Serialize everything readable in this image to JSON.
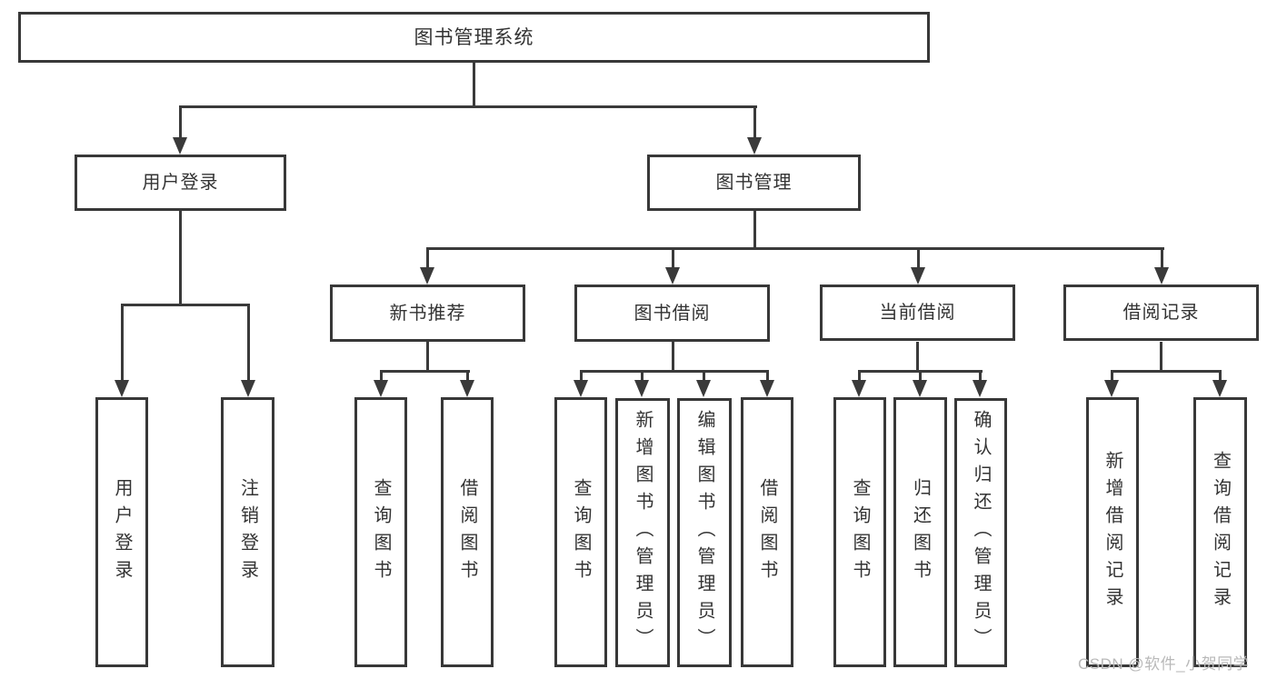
{
  "colors": {
    "line": "#3a3a3a",
    "box_border": "#383838",
    "text": "#333333",
    "watermark": "#b9b9b9",
    "background": "#ffffff"
  },
  "nodes": {
    "root": {
      "label": "图书管理系统"
    },
    "user_login": {
      "label": "用户登录"
    },
    "book_mgmt": {
      "label": "图书管理"
    },
    "new_book_rec": {
      "label": "新书推荐"
    },
    "book_borrow": {
      "label": "图书借阅"
    },
    "current_borrow": {
      "label": "当前借阅"
    },
    "borrow_records": {
      "label": "借阅记录"
    },
    "leaf_user_login": {
      "label": "用户登录"
    },
    "leaf_logout": {
      "label": "注销登录"
    },
    "leaf_query_book_newrec": {
      "label": "查询图书"
    },
    "leaf_borrow_book_newrec": {
      "label": "借阅图书"
    },
    "leaf_query_book_borrow": {
      "label": "查询图书"
    },
    "leaf_add_book_admin": {
      "label": "新增图书（管理员）"
    },
    "leaf_edit_book_admin": {
      "label": "编辑图书（管理员）"
    },
    "leaf_borrow_book_borrow": {
      "label": "借阅图书"
    },
    "leaf_query_book_current": {
      "label": "查询图书"
    },
    "leaf_return_book": {
      "label": "归还图书"
    },
    "leaf_confirm_return_admin": {
      "label": "确认归还（管理员）"
    },
    "leaf_add_borrow_record": {
      "label": "新增借阅记录"
    },
    "leaf_query_borrow_record": {
      "label": "查询借阅记录"
    }
  },
  "watermark": {
    "text": "CSDN @软件_小贺同学"
  }
}
